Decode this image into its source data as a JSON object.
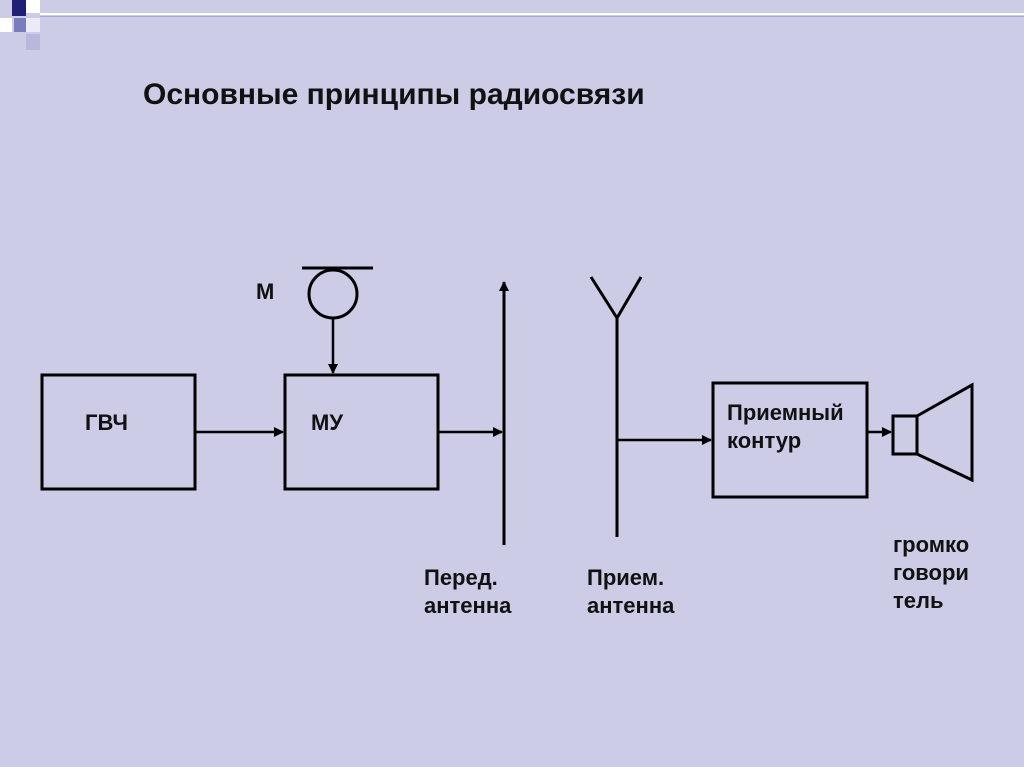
{
  "title": "Основные принципы радиосвязи",
  "diagram": {
    "microphone_label": "М",
    "generator_label": "ГВЧ",
    "modulator_label": "МУ",
    "receiver_circuit_line1": "Приемный",
    "receiver_circuit_line2": "контур",
    "tx_antenna_line1": "Перед.",
    "tx_antenna_line2": "антенна",
    "rx_antenna_line1": "Прием.",
    "rx_antenna_line2": "антенна",
    "speaker_line1": "громко",
    "speaker_line2": "говори",
    "speaker_line3": "тель"
  },
  "colors": {
    "background": "#cccce6",
    "accent_dark": "#1a1a6e",
    "accent_mid": "#6666b3",
    "line": "#000000"
  }
}
